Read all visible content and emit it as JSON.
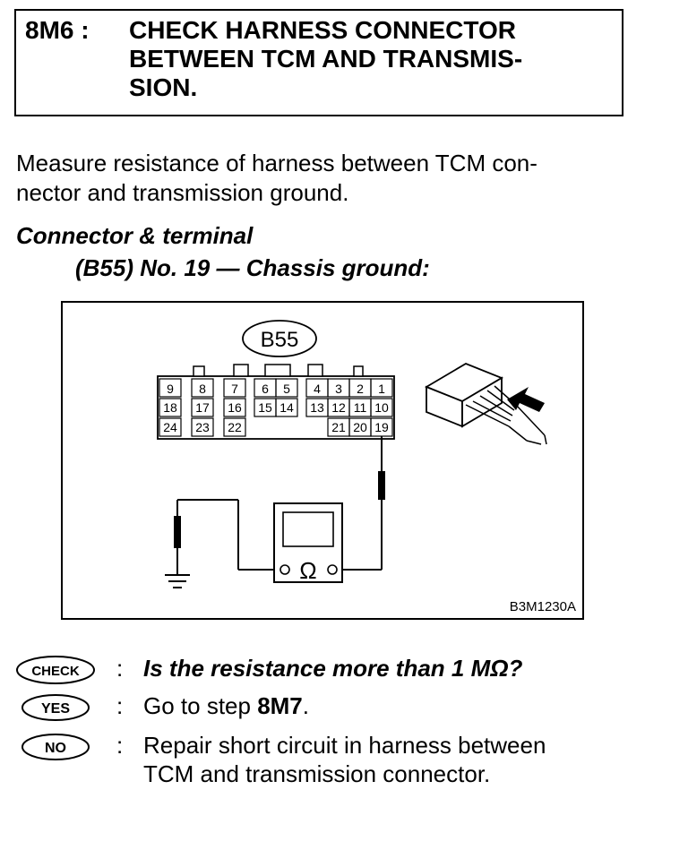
{
  "step": {
    "id": "8M6 :",
    "title_lines": [
      "CHECK HARNESS CONNECTOR",
      "BETWEEN TCM AND TRANSMIS-",
      "SION."
    ]
  },
  "instruction_lines": [
    "Measure resistance of harness between TCM con-",
    "nector and transmission ground."
  ],
  "connector": {
    "heading": "Connector & terminal",
    "detail": "(B55) No. 19 — Chassis ground:"
  },
  "diagram": {
    "connector_label": "B55",
    "pins_row1": [
      "9",
      "8",
      "7",
      "6",
      "5",
      "4",
      "3",
      "2",
      "1"
    ],
    "pins_row2": [
      "18",
      "17",
      "16",
      "15",
      "14",
      "13",
      "12",
      "11",
      "10"
    ],
    "pins_row3": [
      "24",
      "23",
      "22",
      "21",
      "20",
      "19"
    ],
    "meter_symbol": "Ω",
    "figure_code": "B3M1230A"
  },
  "qa": {
    "check_badge": "CHECK",
    "check_text": "Is the resistance more than 1 MΩ?",
    "yes_badge": "YES",
    "yes_prefix": "Go to step ",
    "yes_step": "8M7",
    "yes_suffix": ".",
    "no_badge": "NO",
    "no_lines": [
      "Repair short circuit in harness between",
      "TCM and transmission connector."
    ]
  },
  "colon": ":"
}
